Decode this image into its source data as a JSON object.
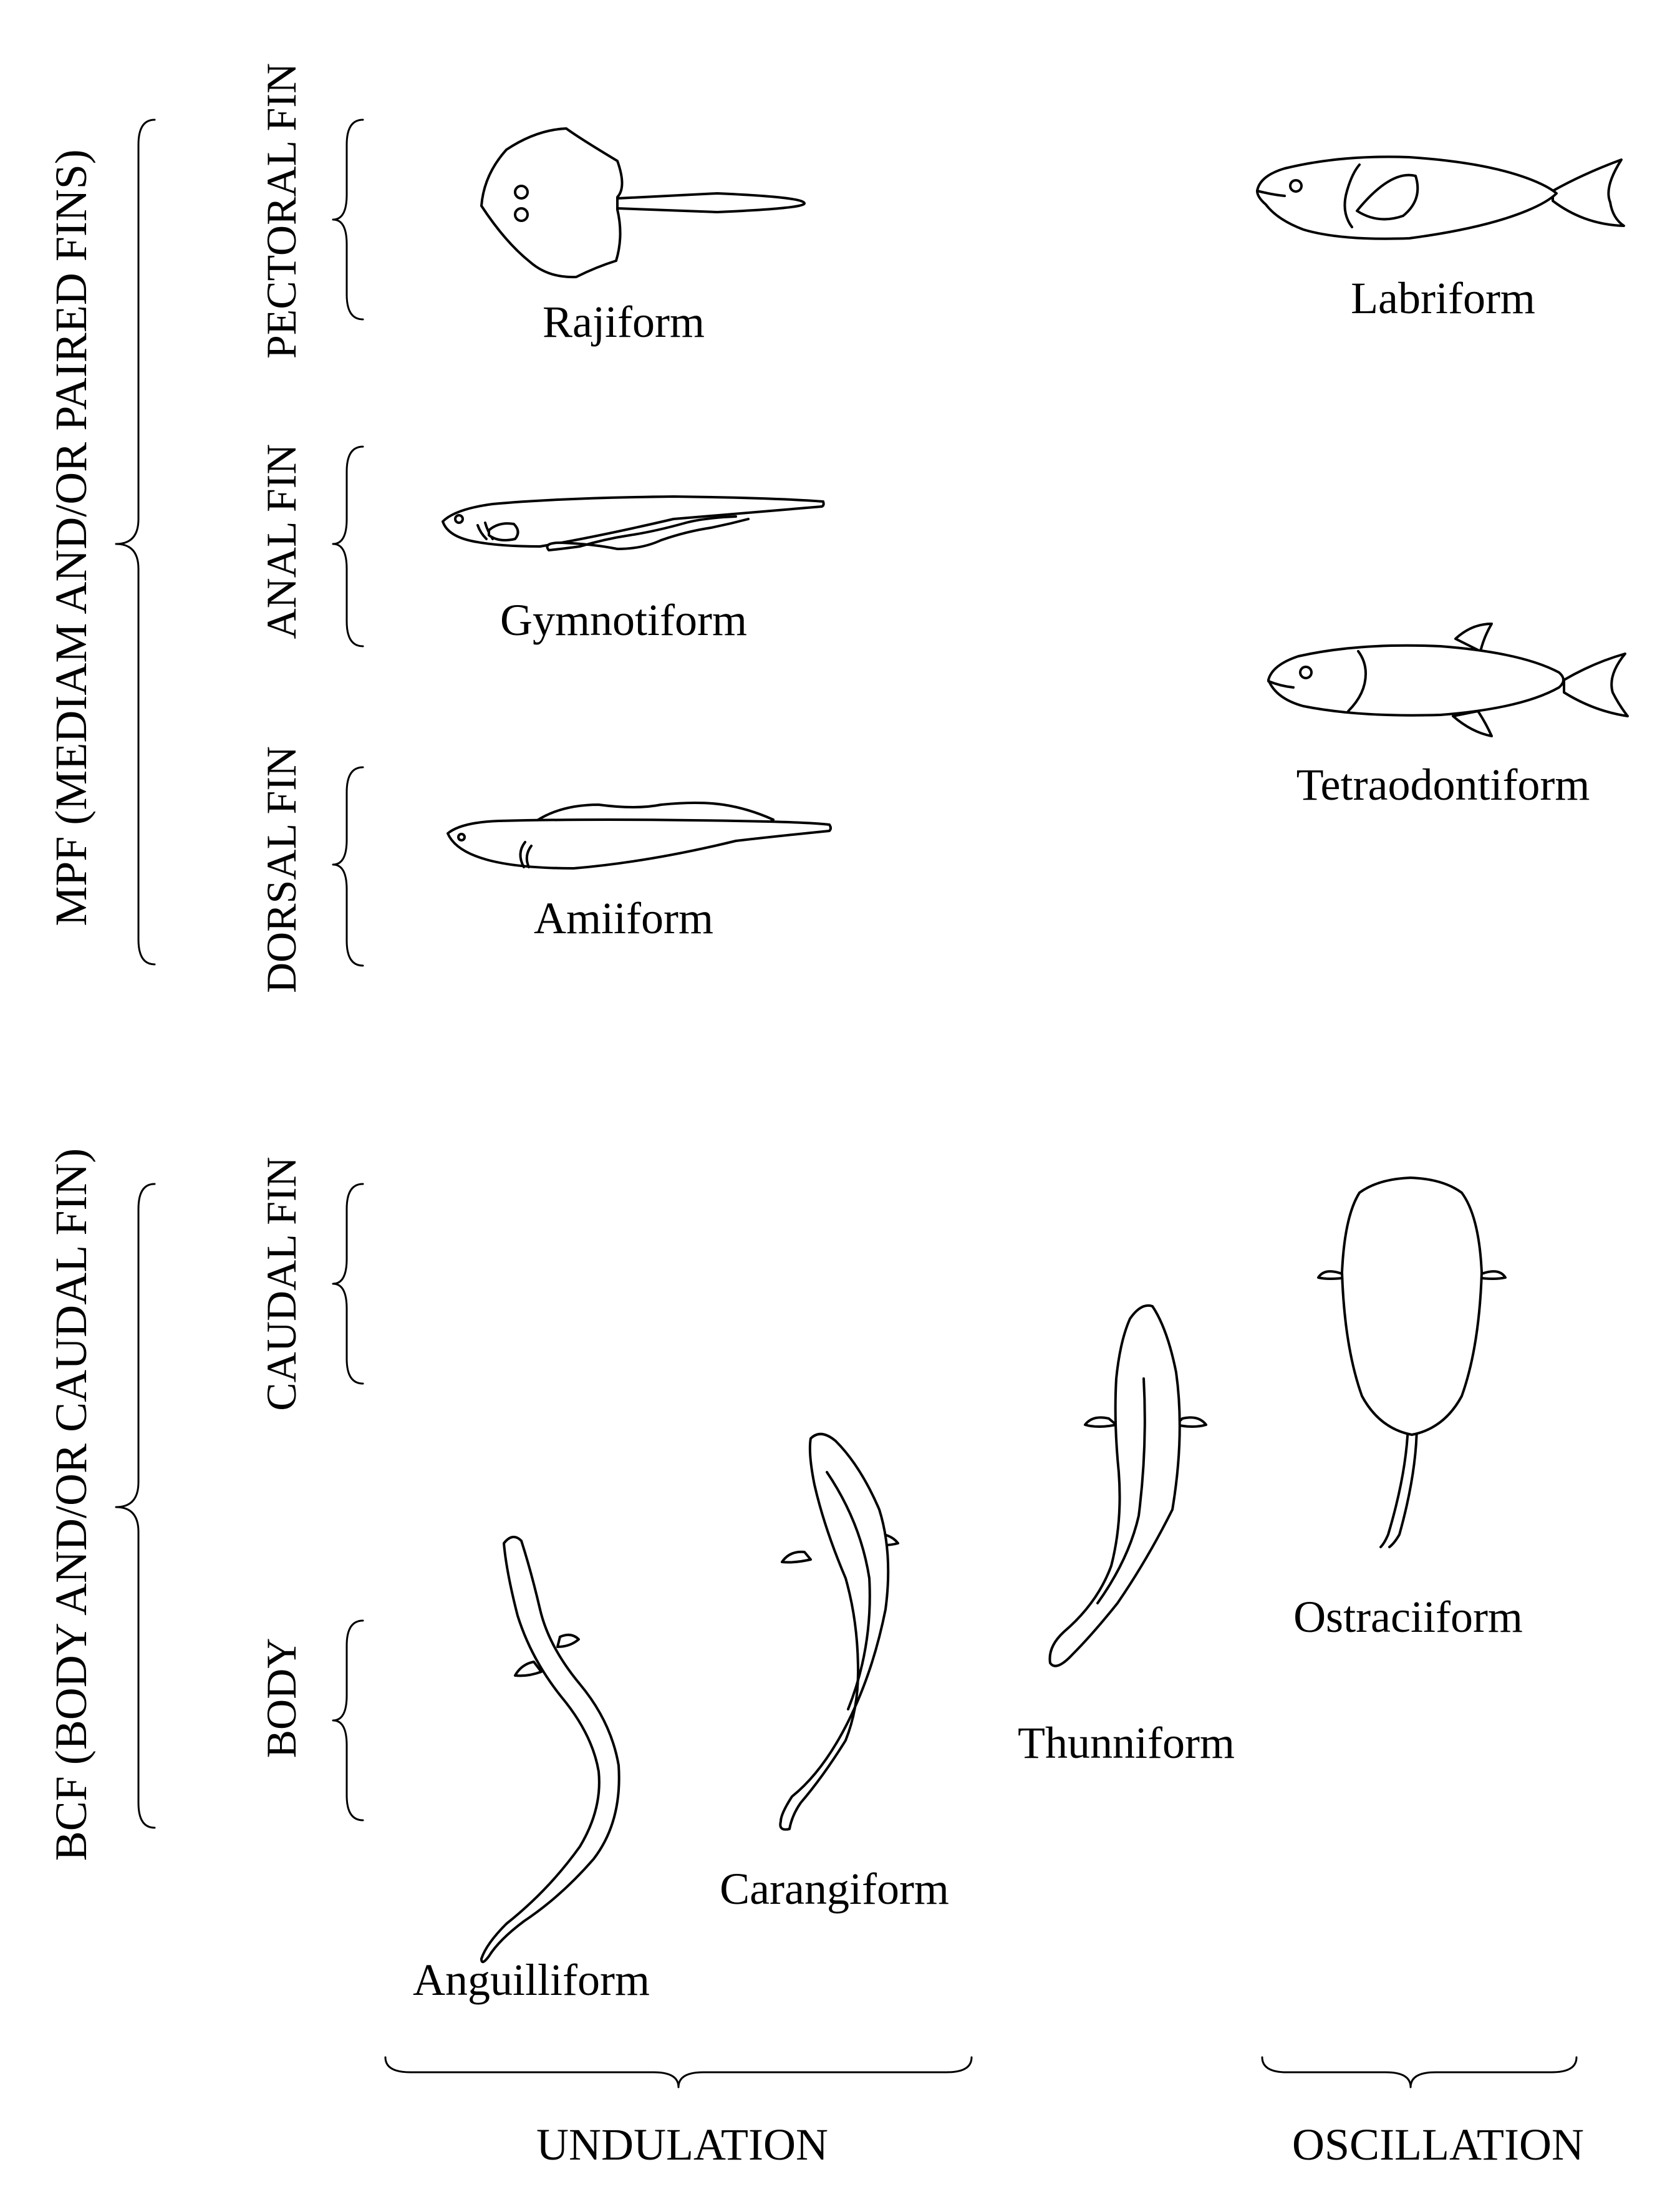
{
  "groups": {
    "mpf": "MPF (MEDIAM AND/OR PAIRED FINS)",
    "bcf": "BCF (BODY AND/OR CAUDAL FIN)"
  },
  "subgroups": {
    "pectoral": "PECTORAL FIN",
    "anal": "ANAL FIN",
    "dorsal": "DORSAL FIN",
    "caudal": "CAUDAL FIN",
    "body": "BODY"
  },
  "modes": {
    "rajiform": "Rajiform",
    "labriform": "Labriform",
    "gymnotiform": "Gymnotiform",
    "tetraodontiform": "Tetraodontiform",
    "amiiform": "Amiiform",
    "anguilliform": "Anguilliform",
    "carangiform": "Carangiform",
    "thunniform": "Thunniform",
    "ostraciiform": "Ostraciiform"
  },
  "axis": {
    "undulation": "UNDULATION",
    "oscillation": "OSCILLATION"
  }
}
